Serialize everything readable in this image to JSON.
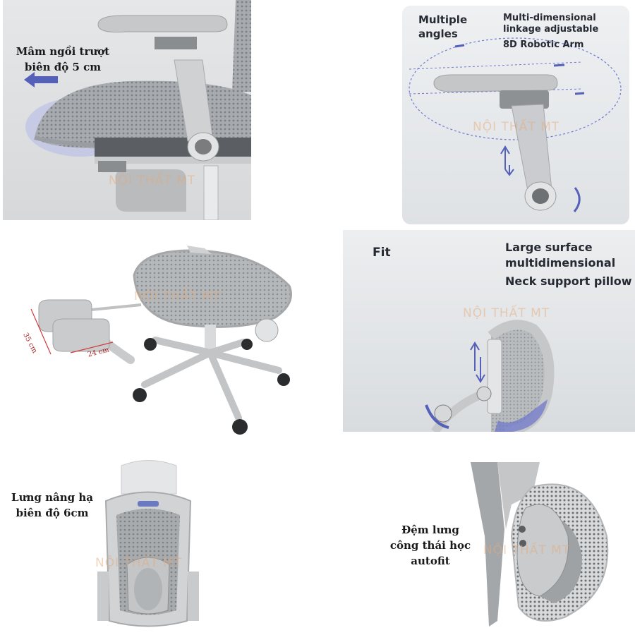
{
  "panels": {
    "seat_slide": {
      "caption_line1": "Mâm ngồi trượt",
      "caption_line2": "biên độ 5 cm",
      "watermark": "NỘI THẤT MT"
    },
    "robotic_arm": {
      "label_angles_1": "Multiple",
      "label_angles_2": "angles",
      "label_linkage_1": "Multi-dimensional",
      "label_linkage_2": "linkage adjustable",
      "label_arm": "8D Robotic Arm",
      "watermark": "NỘI THẤT MT"
    },
    "footrest": {
      "dim_length": "35 cm",
      "dim_width": "24 cm",
      "watermark": "NỘI THẤT MT"
    },
    "neck_pillow": {
      "label_fit": "Fit",
      "label_line1": "Large surface",
      "label_line2": "multidimensional",
      "label_line3": "Neck support pillow",
      "watermark": "NỘI THẤT MT"
    },
    "backrest_lift": {
      "caption_line1": "Lưng nâng hạ",
      "caption_line2": "biên độ 6cm",
      "watermark": "NỘI THẤT MT"
    },
    "lumbar": {
      "caption_line1": "Đệm lưng",
      "caption_line2": "công thái học",
      "caption_line3": "autofit",
      "watermark": "NỘI THẤT MT"
    }
  },
  "colors": {
    "accent_arrow": "#5560b8",
    "mesh_gray": "#8f9296",
    "frame_gray": "#c9cbcd"
  }
}
